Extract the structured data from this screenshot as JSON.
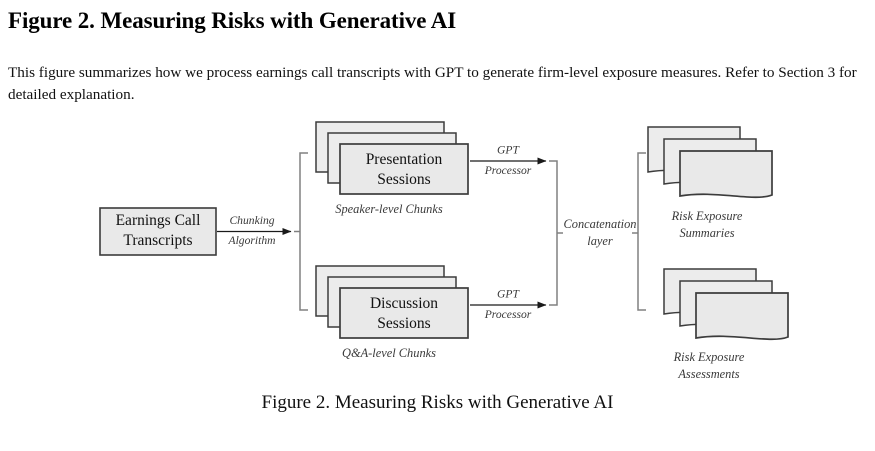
{
  "header": {
    "title": "Figure 2. Measuring Risks with Generative AI",
    "intro": "This figure summarizes how we process earnings call transcripts with GPT to generate firm-level exposure measures. Refer to Section 3 for detailed explanation."
  },
  "caption": {
    "text": "Figure 2. Measuring Risks with Generative AI"
  },
  "colors": {
    "node_fill": "#e9e9e9",
    "node_fill_back": "#ececec",
    "node_stroke": "#3c3c3c",
    "bracket": "#808080",
    "arrow": "#1a1a1a",
    "text": "#111111",
    "label_text": "#3a3a3a",
    "background": "#ffffff"
  },
  "diagram": {
    "type": "flow-diagram",
    "nodes": [
      {
        "id": "earnings-call-transcripts",
        "kind": "rect-box",
        "lines": [
          "Earnings Call",
          "Transcripts"
        ]
      },
      {
        "id": "presentation-sessions",
        "kind": "stacked-rect",
        "stack_count": 3,
        "lines": [
          "Presentation",
          "Sessions"
        ],
        "caption": "Speaker-level Chunks"
      },
      {
        "id": "discussion-sessions",
        "kind": "stacked-rect",
        "stack_count": 3,
        "lines": [
          "Discussion",
          "Sessions"
        ],
        "caption": "Q&A-level Chunks"
      },
      {
        "id": "risk-exposure-summaries",
        "kind": "stacked-document",
        "stack_count": 3,
        "caption_lines": [
          "Risk Exposure",
          "Summaries"
        ]
      },
      {
        "id": "risk-exposure-assessments",
        "kind": "stacked-document",
        "stack_count": 3,
        "caption_lines": [
          "Risk Exposure",
          "Assessments"
        ]
      }
    ],
    "edges": [
      {
        "id": "chunking-arrow",
        "from": "earnings-call-transcripts",
        "to": "split-bracket",
        "label_above": "Chunking",
        "label_below": "Algorithm"
      },
      {
        "id": "gpt-processor-top",
        "from": "presentation-sessions",
        "to": "concatenation-bracket",
        "label_above": "GPT",
        "label_below": "Processor"
      },
      {
        "id": "gpt-processor-bottom",
        "from": "discussion-sessions",
        "to": "concatenation-bracket",
        "label_above": "GPT",
        "label_below": "Processor"
      }
    ],
    "brackets": [
      {
        "id": "split-bracket",
        "orientation": "open-left"
      },
      {
        "id": "concat-close-bracket",
        "orientation": "close-right"
      },
      {
        "id": "concat-open-bracket",
        "orientation": "open-left"
      }
    ],
    "concatenation_label": {
      "line1": "Concatenation",
      "line2": "layer"
    },
    "labels": {
      "speaker_chunks": "Speaker-level Chunks",
      "qa_chunks": "Q&A-level Chunks",
      "summaries_l1": "Risk Exposure",
      "summaries_l2": "Summaries",
      "assessments_l1": "Risk Exposure",
      "assessments_l2": "Assessments"
    }
  }
}
